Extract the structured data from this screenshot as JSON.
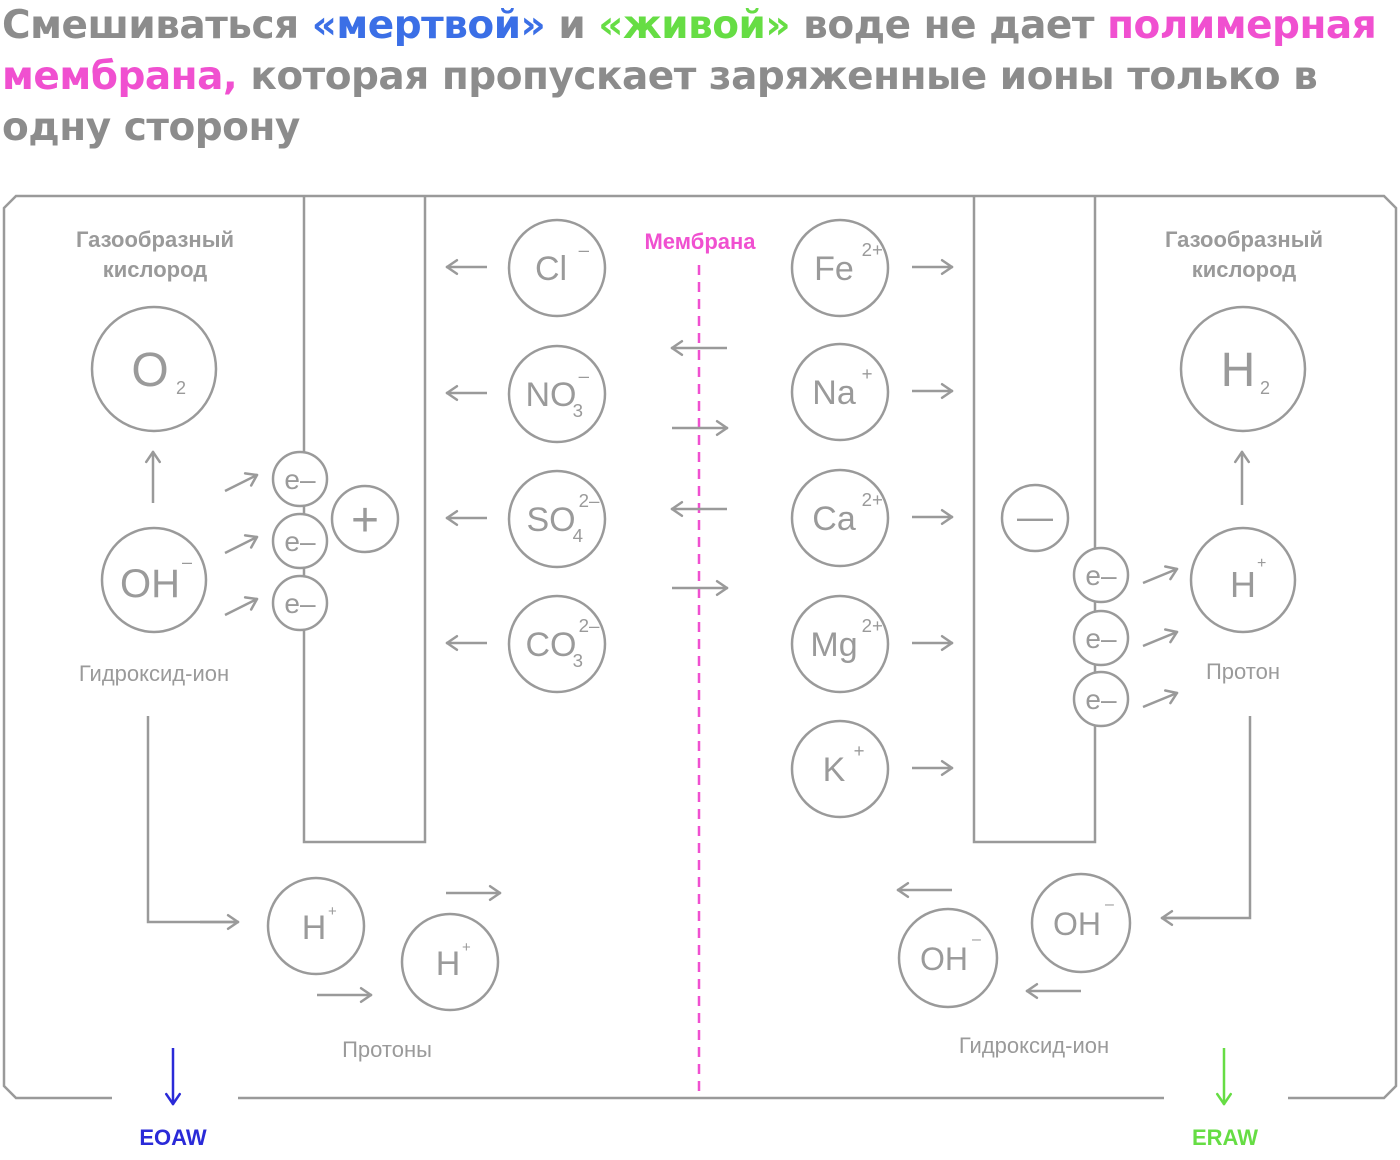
{
  "headline": {
    "parts": [
      {
        "text": "Смешиваться ",
        "color": "#8c8c8c"
      },
      {
        "text": "«мертвой»",
        "color": "#3b6fe6"
      },
      {
        "text": " и ",
        "color": "#8c8c8c"
      },
      {
        "text": "«живой»",
        "color": "#66dd44"
      },
      {
        "text": " воде не дает ",
        "color": "#8c8c8c"
      },
      {
        "text": "полимерная мембрана,",
        "color": "#f050d0"
      },
      {
        "text": " которая пропускает заряженные ионы только в одну сторону",
        "color": "#8c8c8c"
      }
    ]
  },
  "colors": {
    "gray": "#9a9a9a",
    "membrane": "#f050d0",
    "eoaw": "#2a2ad8",
    "eraw": "#66dd44"
  },
  "labels": {
    "left_gas": [
      "Газообразный",
      "кислород"
    ],
    "right_gas": [
      "Газообразный",
      "кислород"
    ],
    "membrane": "Мембрана",
    "hydroxide_left": "Гидроксид-ион",
    "proton_right": "Протон",
    "protons_bottom": "Протоны",
    "hydroxide_bottom": "Гидроксид-ион",
    "eoaw": "EOAW",
    "eraw": "ERAW"
  },
  "particles": {
    "o2": {
      "symbol": "O",
      "sub": "2"
    },
    "h2": {
      "symbol": "H",
      "sub": "2"
    },
    "oh_left": {
      "symbol": "OH",
      "sup": "–"
    },
    "h_right": {
      "symbol": "H",
      "sup": "+"
    },
    "electron": "e–",
    "plus": "+",
    "minus": "—",
    "anions": [
      {
        "symbol": "Cl",
        "sup": "–",
        "sub": ""
      },
      {
        "symbol": "NO",
        "sup": "–",
        "sub": "3"
      },
      {
        "symbol": "SO",
        "sup": "2–",
        "sub": "4"
      },
      {
        "symbol": "CO",
        "sup": "2–",
        "sub": "3"
      }
    ],
    "cations": [
      {
        "symbol": "Fe",
        "sup": "2+"
      },
      {
        "symbol": "Na",
        "sup": "+"
      },
      {
        "symbol": "Ca",
        "sup": "2+"
      },
      {
        "symbol": "Mg",
        "sup": "2+"
      },
      {
        "symbol": "K",
        "sup": "+"
      }
    ],
    "h_bottom": [
      {
        "symbol": "H",
        "sup": "+"
      },
      {
        "symbol": "H",
        "sup": "+"
      }
    ],
    "oh_bottom": [
      {
        "symbol": "OH",
        "sup": "–"
      },
      {
        "symbol": "OH",
        "sup": "–"
      }
    ]
  }
}
